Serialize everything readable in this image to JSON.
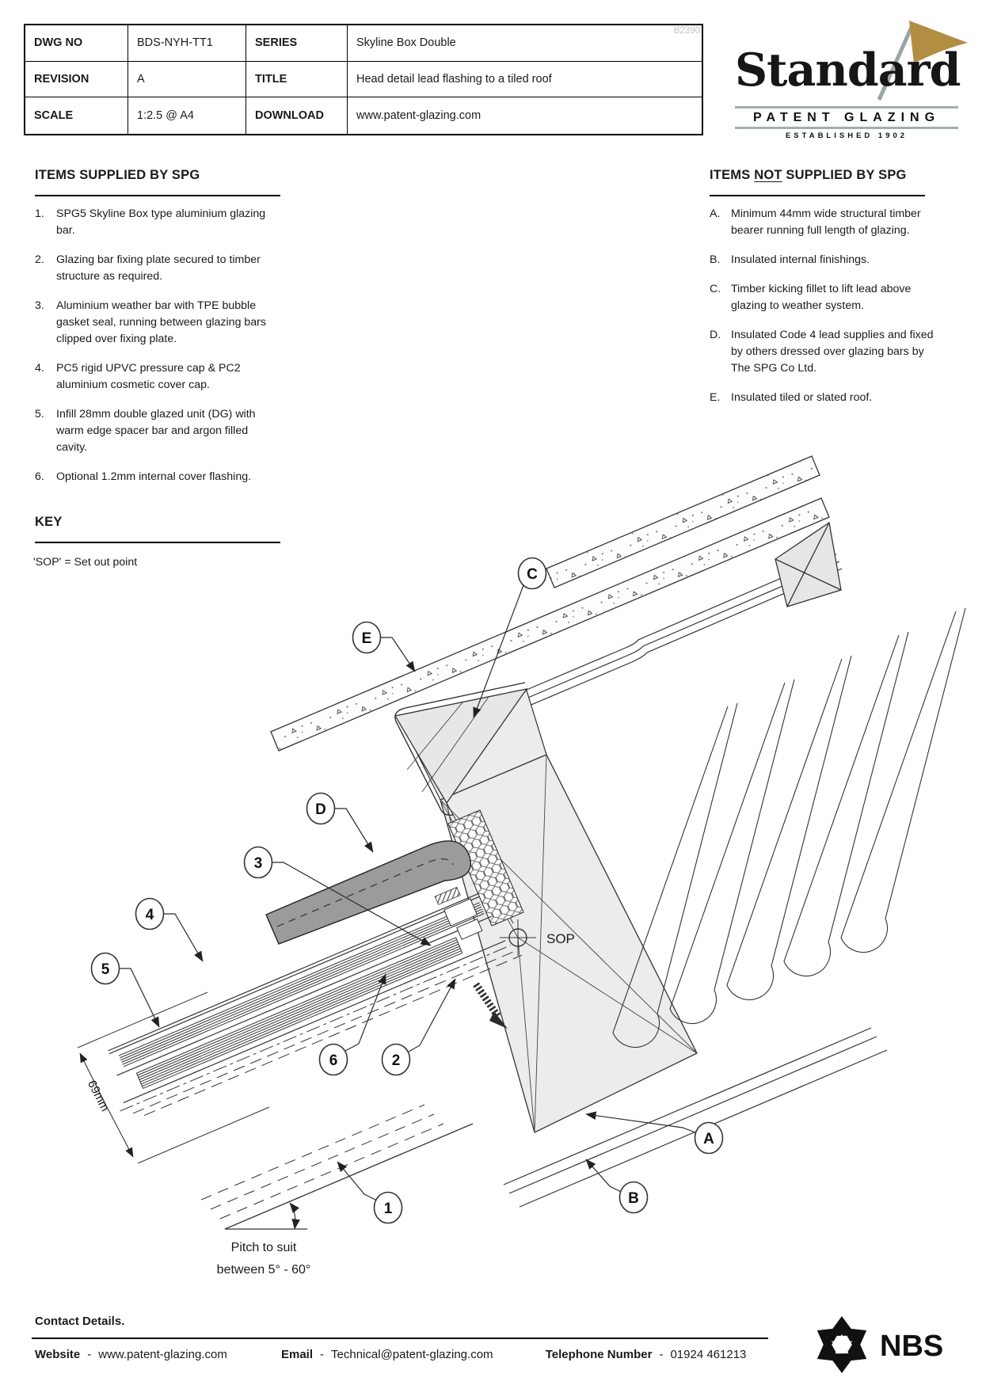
{
  "title_block": {
    "dwg_no_label": "DWG NO",
    "dwg_no": "BDS-NYH-TT1",
    "series_label": "SERIES",
    "series": "Skyline Box Double",
    "revision_label": "REVISION",
    "revision": "A",
    "title_label": "TITLE",
    "title": "Head detail lead flashing to a tiled roof",
    "scale_label": "SCALE",
    "scale": "1:2.5 @ A4",
    "download_label": "DOWNLOAD",
    "download": "www.patent-glazing.com",
    "watermark": "B2390"
  },
  "logo": {
    "name": "Standard",
    "sub": "PATENT GLAZING",
    "established": "ESTABLISHED 1902"
  },
  "supplied": {
    "heading": "ITEMS SUPPLIED BY SPG",
    "items": [
      {
        "num": "1.",
        "text": "SPG5 Skyline Box type aluminium glazing bar."
      },
      {
        "num": "2.",
        "text": "Glazing bar fixing plate secured to timber structure as required."
      },
      {
        "num": "3.",
        "text": "Aluminium weather bar with TPE bubble gasket seal, running between glazing bars clipped over fixing plate."
      },
      {
        "num": "4.",
        "text": "PC5 rigid UPVC pressure cap & PC2 aluminium cosmetic cover cap."
      },
      {
        "num": "5.",
        "text": "Infill 28mm double glazed unit (DG) with warm edge spacer bar and argon filled cavity."
      },
      {
        "num": "6.",
        "text": "Optional 1.2mm internal cover flashing."
      }
    ]
  },
  "not_supplied": {
    "heading_pre": "ITEMS ",
    "heading_not": "NOT",
    "heading_post": " SUPPLIED BY SPG",
    "items": [
      {
        "num": "A.",
        "text": "Minimum 44mm wide structural timber bearer running full length of glazing."
      },
      {
        "num": "B.",
        "text": "Insulated internal finishings."
      },
      {
        "num": "C.",
        "text": "Timber kicking fillet to lift lead above glazing to weather system."
      },
      {
        "num": "D.",
        "text": "Insulated Code 4 lead supplies and fixed by others dressed over glazing bars by The SPG Co Ltd."
      },
      {
        "num": "E.",
        "text": "Insulated tiled or slated roof."
      }
    ]
  },
  "key": {
    "heading": "KEY",
    "entry": "'SOP' = Set out point"
  },
  "drawing": {
    "sop_label": "SOP",
    "dim_label": "69mm",
    "pitch_note_line1": "Pitch to suit",
    "pitch_note_line2": "between 5° - 60°",
    "callouts": [
      {
        "label": "C"
      },
      {
        "label": "E"
      },
      {
        "label": "D"
      },
      {
        "label": "3"
      },
      {
        "label": "4"
      },
      {
        "label": "5"
      },
      {
        "label": "6"
      },
      {
        "label": "2"
      },
      {
        "label": "1"
      },
      {
        "label": "A"
      },
      {
        "label": "B"
      }
    ]
  },
  "footer": {
    "heading": "Contact Details.",
    "dash": "-",
    "website_label": "Website",
    "website_value": "www.patent-glazing.com",
    "email_label": "Email",
    "email_value": "Technical@patent-glazing.com",
    "phone_label": "Telephone Number",
    "phone_value": "01924 461213",
    "nbs": "NBS"
  }
}
